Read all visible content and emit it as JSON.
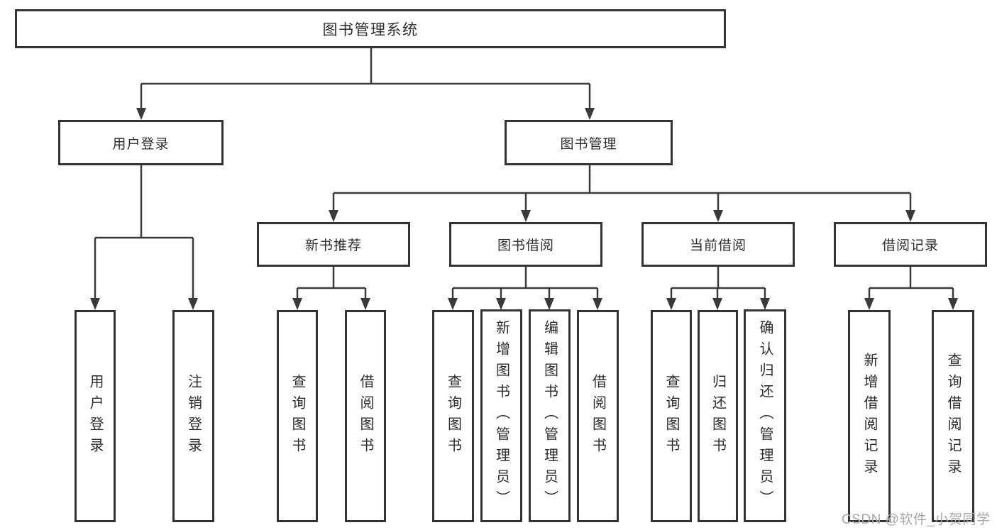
{
  "tree": {
    "label": "图书管理系统",
    "children": [
      {
        "label": "用户登录",
        "children": [
          {
            "label": "用户登录"
          },
          {
            "label": "注销登录"
          }
        ]
      },
      {
        "label": "图书管理",
        "children": [
          {
            "label": "新书推荐",
            "children": [
              {
                "label": "查询图书"
              },
              {
                "label": "借阅图书"
              }
            ]
          },
          {
            "label": "图书借阅",
            "children": [
              {
                "label": "查询图书"
              },
              {
                "label": "新增图书（管理员）"
              },
              {
                "label": "编辑图书（管理员）"
              },
              {
                "label": "借阅图书"
              }
            ]
          },
          {
            "label": "当前借阅",
            "children": [
              {
                "label": "查询图书"
              },
              {
                "label": "归还图书"
              },
              {
                "label": "确认归还（管理员）"
              }
            ]
          },
          {
            "label": "借阅记录",
            "children": [
              {
                "label": "新增借阅记录"
              },
              {
                "label": "查询借阅记录"
              }
            ]
          }
        ]
      }
    ]
  },
  "watermark": {
    "text": "CSDN @软件_小贺同学"
  },
  "colors": {
    "box_border": "#333333",
    "connector_line": "#3a3a3a",
    "text": "#2d2d2d",
    "watermark": "#a8a8a8",
    "background": "#ffffff"
  }
}
